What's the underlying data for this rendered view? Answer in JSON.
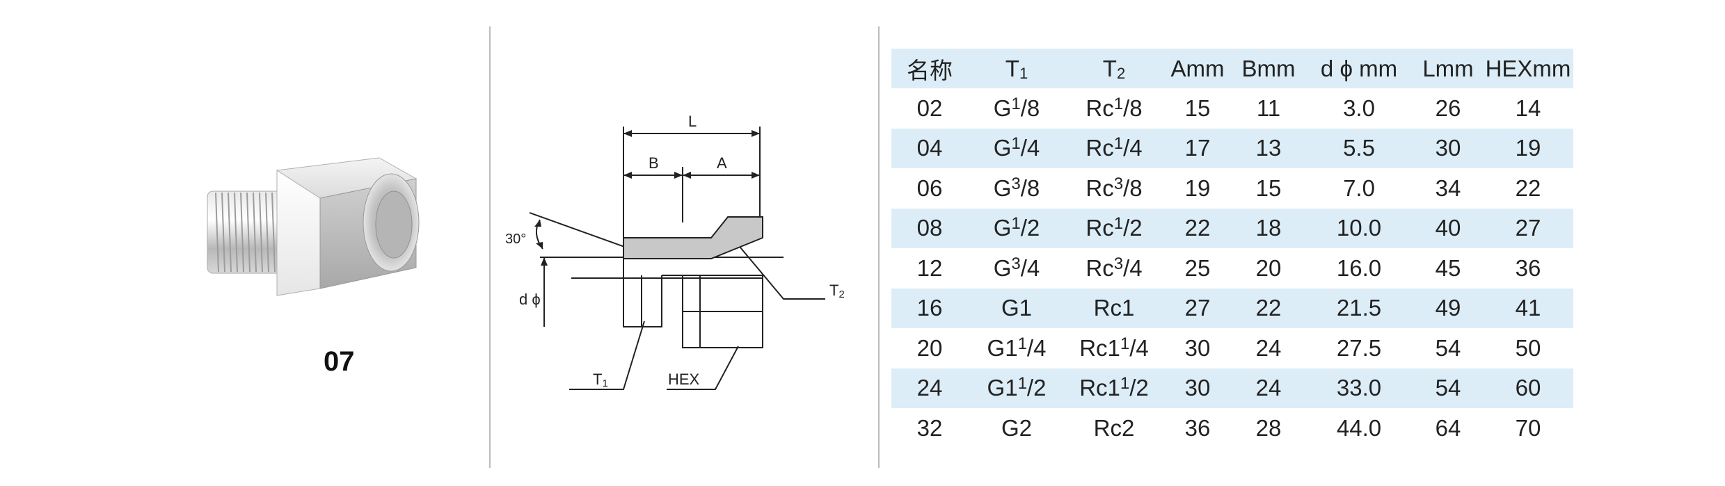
{
  "product": {
    "model_code": "07",
    "image_icon": "hex-thread-adapter-photo"
  },
  "drawing": {
    "labels": {
      "L": "L",
      "B": "B",
      "A": "A",
      "angle": "30°",
      "d_phi": "d ϕ",
      "T1": "T",
      "T1_sub": "1",
      "T2": "T",
      "T2_sub": "2",
      "HEX": "HEX"
    }
  },
  "table": {
    "headers": [
      {
        "text": "名称",
        "sub": ""
      },
      {
        "text": "T",
        "sub": "1"
      },
      {
        "text": "T",
        "sub": "2"
      },
      {
        "text": "Amm",
        "sub": ""
      },
      {
        "text": "Bmm",
        "sub": ""
      },
      {
        "text": "d ϕ mm",
        "sub": ""
      },
      {
        "text": "Lmm",
        "sub": ""
      },
      {
        "text": "HEXmm",
        "sub": ""
      }
    ],
    "rows": [
      {
        "name": "02",
        "t1": [
          "G",
          "1",
          "/8"
        ],
        "t2": [
          "Rc",
          "1",
          "/8"
        ],
        "a": "15",
        "b": "11",
        "d": "3.0",
        "l": "26",
        "hex": "14"
      },
      {
        "name": "04",
        "t1": [
          "G",
          "1",
          "/4"
        ],
        "t2": [
          "Rc",
          "1",
          "/4"
        ],
        "a": "17",
        "b": "13",
        "d": "5.5",
        "l": "30",
        "hex": "19"
      },
      {
        "name": "06",
        "t1": [
          "G",
          "3",
          "/8"
        ],
        "t2": [
          "Rc",
          "3",
          "/8"
        ],
        "a": "19",
        "b": "15",
        "d": "7.0",
        "l": "34",
        "hex": "22"
      },
      {
        "name": "08",
        "t1": [
          "G",
          "1",
          "/2"
        ],
        "t2": [
          "Rc",
          "1",
          "/2"
        ],
        "a": "22",
        "b": "18",
        "d": "10.0",
        "l": "40",
        "hex": "27"
      },
      {
        "name": "12",
        "t1": [
          "G",
          "3",
          "/4"
        ],
        "t2": [
          "Rc",
          "3",
          "/4"
        ],
        "a": "25",
        "b": "20",
        "d": "16.0",
        "l": "45",
        "hex": "36"
      },
      {
        "name": "16",
        "t1": [
          "G1",
          "",
          ""
        ],
        "t2": [
          "Rc1",
          "",
          ""
        ],
        "a": "27",
        "b": "22",
        "d": "21.5",
        "l": "49",
        "hex": "41"
      },
      {
        "name": "20",
        "t1": [
          "G1",
          "1",
          "/4"
        ],
        "t2": [
          "Rc1",
          "1",
          "/4"
        ],
        "a": "30",
        "b": "24",
        "d": "27.5",
        "l": "54",
        "hex": "50"
      },
      {
        "name": "24",
        "t1": [
          "G1",
          "1",
          "/2"
        ],
        "t2": [
          "Rc1",
          "1",
          "/2"
        ],
        "a": "30",
        "b": "24",
        "d": "33.0",
        "l": "54",
        "hex": "60"
      },
      {
        "name": "32",
        "t1": [
          "G2",
          "",
          ""
        ],
        "t2": [
          "Rc2",
          "",
          ""
        ],
        "a": "36",
        "b": "28",
        "d": "44.0",
        "l": "64",
        "hex": "70"
      }
    ]
  },
  "colors": {
    "row_shade": "#dcedf7",
    "divider": "#bdbdbd",
    "section_fill": "#c8c8c8"
  }
}
